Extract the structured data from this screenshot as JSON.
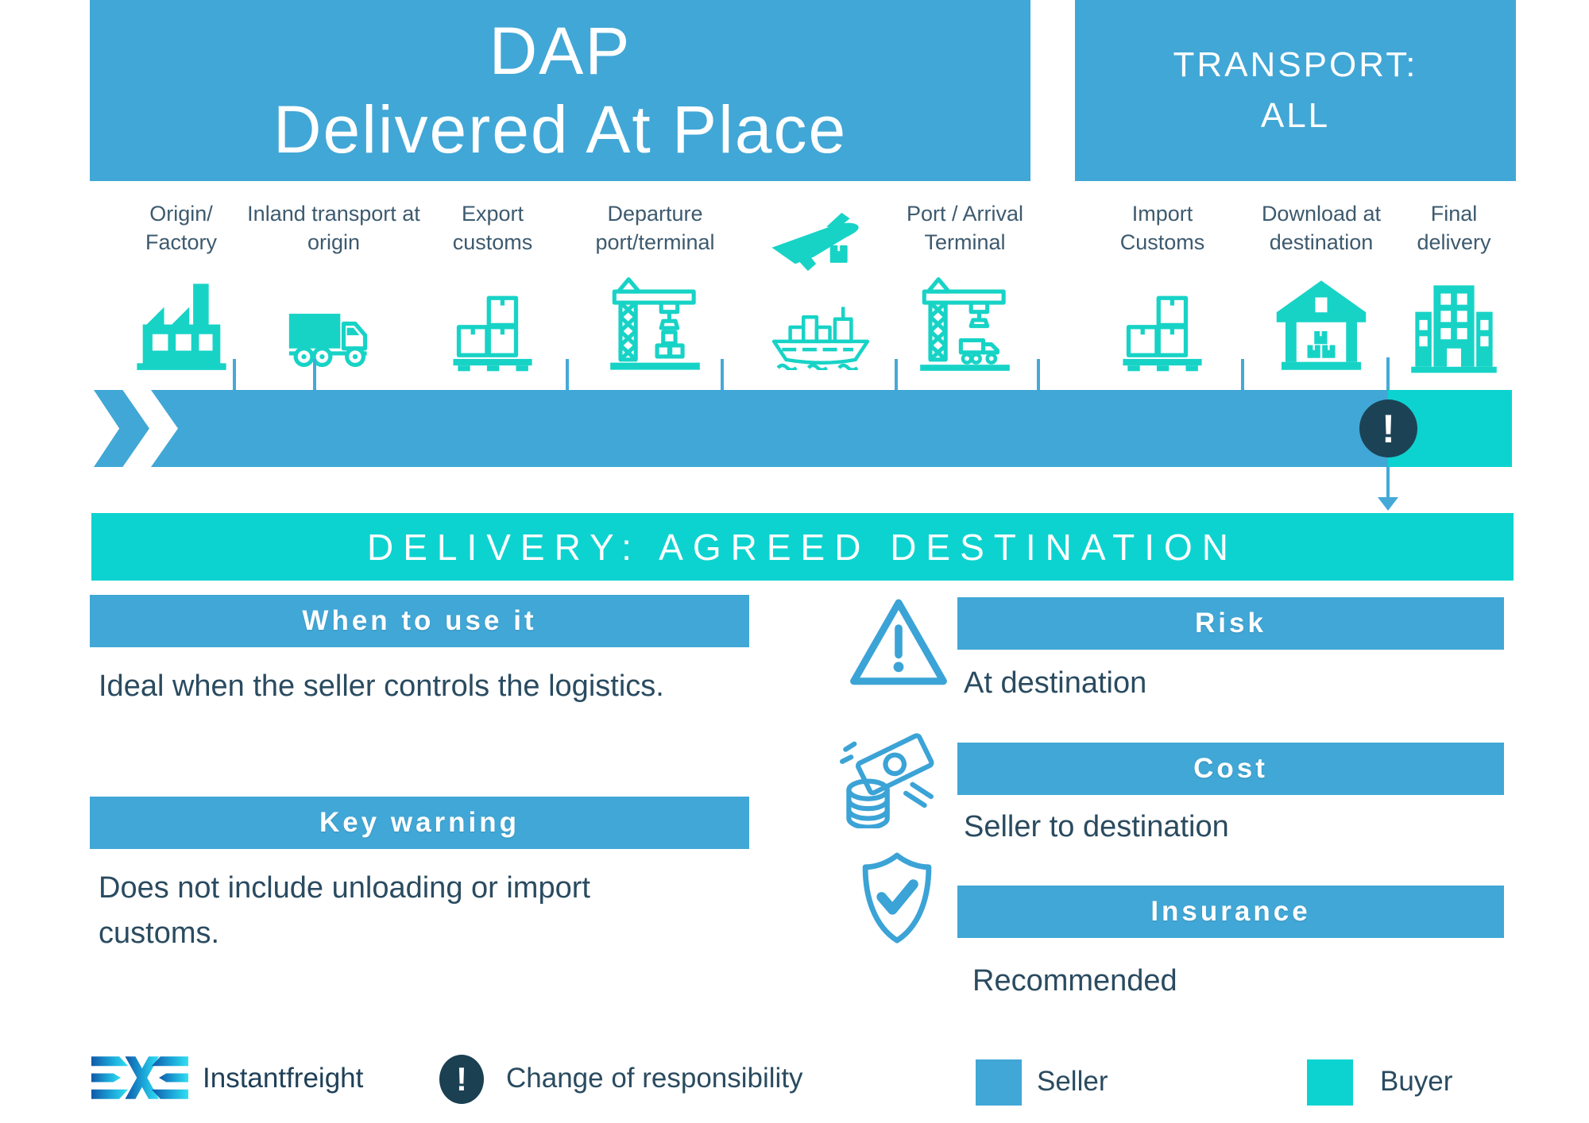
{
  "colors": {
    "seller_blue": "#41a7d6",
    "buyer_teal": "#0dd3d0",
    "icon_teal": "#17d3c6",
    "accent_navy": "#1c4355",
    "text_dark": "#2a4b60"
  },
  "header": {
    "title_line1": "DAP",
    "title_line2": "Delivered At Place",
    "transport_line1": "TRANSPORT:",
    "transport_line2": "ALL"
  },
  "steps": [
    {
      "label": "Origin/ Factory",
      "icon": "factory-icon"
    },
    {
      "label": "Inland transport at origin",
      "icon": "truck-icon"
    },
    {
      "label": "Export customs",
      "icon": "cargo-boxes-icon"
    },
    {
      "label": "Departure port/terminal",
      "icon": "port-crane-icon"
    },
    {
      "label": "",
      "icon": "plane-and-ship-icon"
    },
    {
      "label": "Port / Arrival Terminal",
      "icon": "arrival-crane-icon"
    },
    {
      "label": "Import Customs",
      "icon": "cargo-boxes-icon"
    },
    {
      "label": "Download at destination",
      "icon": "warehouse-icon"
    },
    {
      "label": "Final delivery",
      "icon": "building-icon"
    }
  ],
  "delivery_banner": {
    "label": "DELIVERY: AGREED DESTINATION"
  },
  "sections": {
    "when_to_use": {
      "title": "When to use it",
      "body": "Ideal when the seller controls the logistics."
    },
    "key_warning": {
      "title": "Key warning",
      "body": "Does not include unloading or import customs."
    }
  },
  "details": [
    {
      "title": "Risk",
      "value": "At destination",
      "icon": "warning-triangle-icon"
    },
    {
      "title": "Cost",
      "value": "Seller to destination",
      "icon": "money-icon"
    },
    {
      "title": "Insurance",
      "value": "Recommended",
      "icon": "shield-check-icon"
    }
  ],
  "responsibility_marker": "!",
  "footer": {
    "brand": "Instantfreight",
    "responsibility": "Change of responsibility",
    "legend": [
      {
        "label": "Seller",
        "color": "#41a7d6"
      },
      {
        "label": "Buyer",
        "color": "#0dd3d0"
      }
    ]
  }
}
